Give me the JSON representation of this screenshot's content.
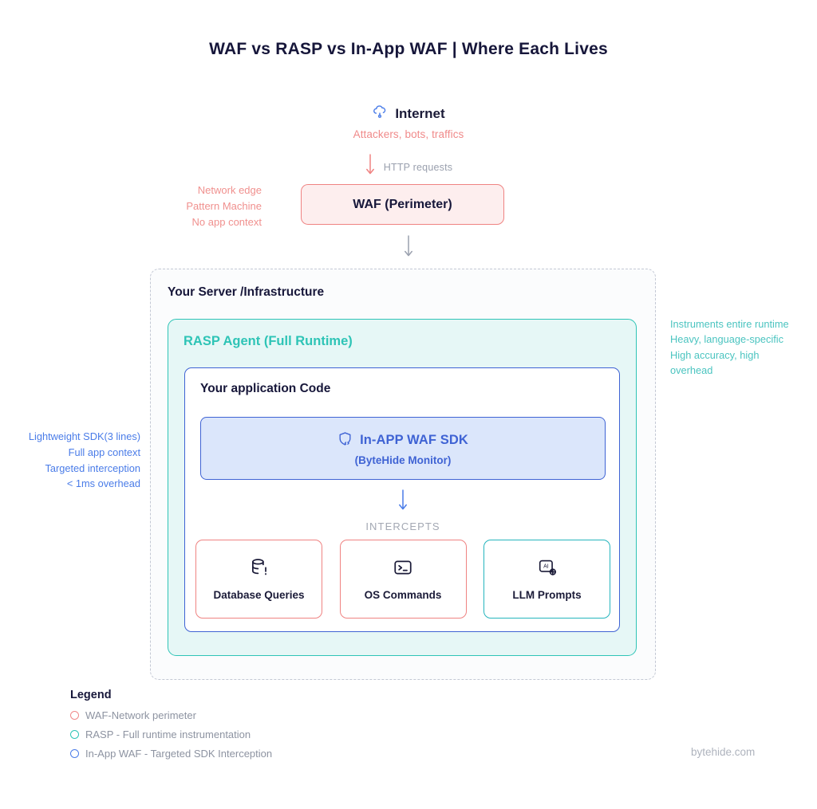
{
  "page": {
    "title": "WAF vs RASP vs In-App WAF  | Where Each Lives",
    "footer": "bytehide.com",
    "background": "#ffffff"
  },
  "internet": {
    "icon": "cloud-network-icon",
    "label": "Internet",
    "subtitle": "Attackers, bots, traffics",
    "color": "#f08a8a"
  },
  "flow": {
    "http_arrow_icon": "arrow-down-icon",
    "http_label": "HTTP requests",
    "http_arrow_color": "#ef8382",
    "waf_to_server_arrow_icon": "arrow-down-icon",
    "waf_to_server_arrow_color": "#9aa0ae"
  },
  "waf": {
    "label": "WAF (Perimeter)",
    "fill": "#fdeeee",
    "border": "#ef8382",
    "note_lines": [
      "Network edge",
      "Pattern Machine",
      "No app context"
    ],
    "note_color": "#f0908e"
  },
  "server": {
    "title": "Your Server /Infrastructure",
    "border": "#c3c8d4"
  },
  "rasp": {
    "title": "RASP Agent (Full Runtime)",
    "fill": "#e6f7f6",
    "border": "#2ec4b6",
    "note_lines": [
      "Instruments entire runtime",
      "Heavy, language-specific",
      "High accuracy, high",
      "overhead"
    ],
    "note_color": "#4bc4c0"
  },
  "app": {
    "title": "Your application Code",
    "border": "#3f63d4"
  },
  "sdk": {
    "icon": "shield-code-icon",
    "title": "In-APP WAF SDK",
    "subtitle": "(ByteHide Monitor)",
    "fill": "#dbe6fb",
    "border": "#3f63d4",
    "note_lines": [
      "Lightweight SDK(3 lines)",
      "Full app context",
      "Targeted interception",
      "< 1ms overhead"
    ],
    "note_color": "#4a7ce8"
  },
  "intercepts": {
    "arrow_icon": "arrow-down-icon",
    "label": "INTERCEPTS",
    "arrow_color": "#4a7ce8",
    "label_color": "#a3a8b3"
  },
  "targets": [
    {
      "icon": "database-alert-icon",
      "label": "Database Queries",
      "border": "#ef8382",
      "tone": "red"
    },
    {
      "icon": "terminal-icon",
      "label": "OS Commands",
      "border": "#ef8382",
      "tone": "red"
    },
    {
      "icon": "ai-chip-icon",
      "label": "LLM Prompts",
      "border": "#26b5bd",
      "tone": "teal"
    }
  ],
  "legend": {
    "title": "Legend",
    "items": [
      {
        "label": "WAF-Network perimeter",
        "color": "#f08a8a"
      },
      {
        "label": "RASP - Full runtime instrumentation",
        "color": "#2ec4b6"
      },
      {
        "label": "In-App WAF - Targeted SDK Interception",
        "color": "#4a7ce8"
      }
    ]
  }
}
